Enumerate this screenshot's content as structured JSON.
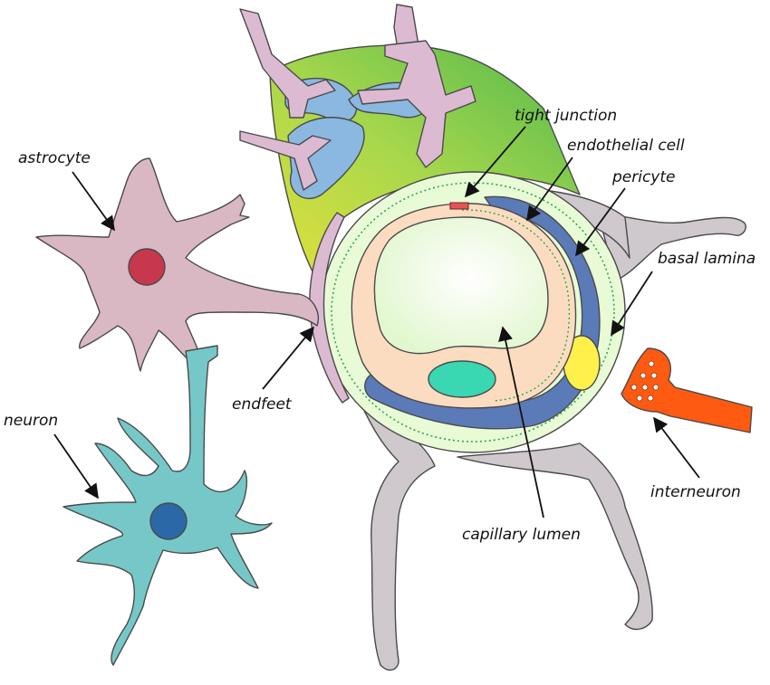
{
  "labels": {
    "astrocyte": "astrocyte",
    "neuron": "neuron",
    "endfeet": "endfeet",
    "tight_junction": "tight junction",
    "endothelial_cell": "endothelial cell",
    "pericyte": "pericyte",
    "basal_lamina": "basal lamina",
    "interneuron": "interneuron",
    "capillary_lumen": "capillary lumen"
  },
  "colors": {
    "astrocyte_body": "#d9b8c4",
    "astrocyte_nucleus": "#c8384d",
    "neuron_body": "#74c7c7",
    "neuron_nucleus": "#2b68a8",
    "gray_process": "#cdc6cc",
    "vessel_light": "#e5fbd0",
    "endothelium": "#fbdcc0",
    "pericyte": "#5b79b8",
    "pericyte_nucleus": "#fff04a",
    "endothelial_nucleus": "#3ad6b4",
    "interneuron": "#ff5a12",
    "tight_junction": "#e05050"
  }
}
